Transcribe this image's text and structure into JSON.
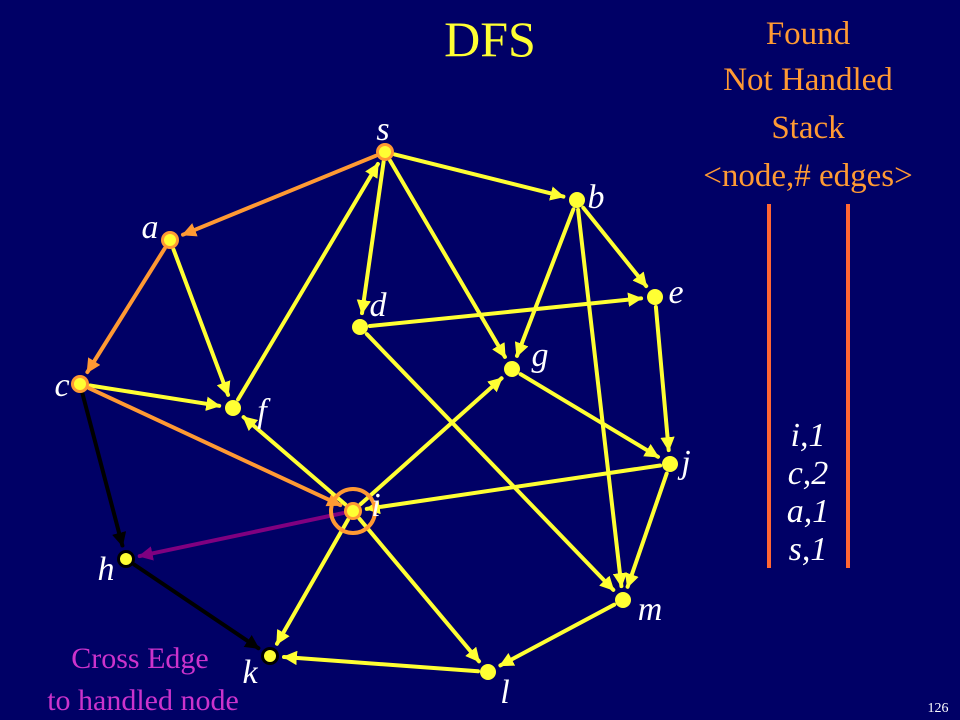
{
  "slide": {
    "title": "DFS",
    "legend_found": "Found",
    "legend_not_handled": "Not Handled",
    "legend_stack": "Stack",
    "legend_format": "<node,# edges>",
    "note_line1": "Cross Edge",
    "note_line2": "to handled node",
    "page_number": "126"
  },
  "colors": {
    "background": "#000066",
    "unvisited": "#ffff33",
    "found_not_handled": "#ff9933",
    "handled": "#000000",
    "current_edge": "#800080",
    "title": "#ffff33",
    "legend_text": "#ff9a33",
    "stack_rail": "#ff6633",
    "note_text": "#cc33cc"
  },
  "graph": {
    "nodes": [
      {
        "id": "s",
        "label": "s",
        "state": "found"
      },
      {
        "id": "a",
        "label": "a",
        "state": "found"
      },
      {
        "id": "b",
        "label": "b",
        "state": "unvisited"
      },
      {
        "id": "c",
        "label": "c",
        "state": "found"
      },
      {
        "id": "d",
        "label": "d",
        "state": "unvisited"
      },
      {
        "id": "e",
        "label": "e",
        "state": "unvisited"
      },
      {
        "id": "f",
        "label": "f",
        "state": "unvisited"
      },
      {
        "id": "g",
        "label": "g",
        "state": "unvisited"
      },
      {
        "id": "h",
        "label": "h",
        "state": "handled"
      },
      {
        "id": "i",
        "label": "i",
        "state": "current"
      },
      {
        "id": "j",
        "label": "j",
        "state": "unvisited"
      },
      {
        "id": "k",
        "label": "k",
        "state": "handled"
      },
      {
        "id": "l",
        "label": "l",
        "state": "unvisited"
      },
      {
        "id": "m",
        "label": "m",
        "state": "unvisited"
      }
    ],
    "edges": [
      {
        "from": "s",
        "to": "a",
        "kind": "tree"
      },
      {
        "from": "s",
        "to": "b",
        "kind": "unvisited"
      },
      {
        "from": "s",
        "to": "d",
        "kind": "unvisited"
      },
      {
        "from": "s",
        "to": "g",
        "kind": "unvisited"
      },
      {
        "from": "f",
        "to": "s",
        "kind": "unvisited"
      },
      {
        "from": "a",
        "to": "c",
        "kind": "tree"
      },
      {
        "from": "a",
        "to": "f",
        "kind": "unvisited"
      },
      {
        "from": "b",
        "to": "e",
        "kind": "unvisited"
      },
      {
        "from": "b",
        "to": "g",
        "kind": "unvisited"
      },
      {
        "from": "b",
        "to": "m",
        "kind": "unvisited"
      },
      {
        "from": "c",
        "to": "f",
        "kind": "unvisited"
      },
      {
        "from": "c",
        "to": "i",
        "kind": "tree"
      },
      {
        "from": "c",
        "to": "h",
        "kind": "handled"
      },
      {
        "from": "d",
        "to": "e",
        "kind": "unvisited"
      },
      {
        "from": "d",
        "to": "m",
        "kind": "unvisited"
      },
      {
        "from": "e",
        "to": "j",
        "kind": "unvisited"
      },
      {
        "from": "g",
        "to": "j",
        "kind": "unvisited"
      },
      {
        "from": "i",
        "to": "f",
        "kind": "unvisited"
      },
      {
        "from": "i",
        "to": "g",
        "kind": "unvisited"
      },
      {
        "from": "i",
        "to": "h",
        "kind": "current"
      },
      {
        "from": "i",
        "to": "k",
        "kind": "unvisited"
      },
      {
        "from": "i",
        "to": "l",
        "kind": "unvisited"
      },
      {
        "from": "j",
        "to": "i",
        "kind": "unvisited"
      },
      {
        "from": "j",
        "to": "m",
        "kind": "unvisited"
      },
      {
        "from": "h",
        "to": "k",
        "kind": "handled"
      },
      {
        "from": "m",
        "to": "l",
        "kind": "unvisited"
      },
      {
        "from": "l",
        "to": "k",
        "kind": "unvisited"
      }
    ]
  },
  "stack": {
    "entries": [
      "i,1",
      "c,2",
      "a,1",
      "s,1"
    ]
  }
}
